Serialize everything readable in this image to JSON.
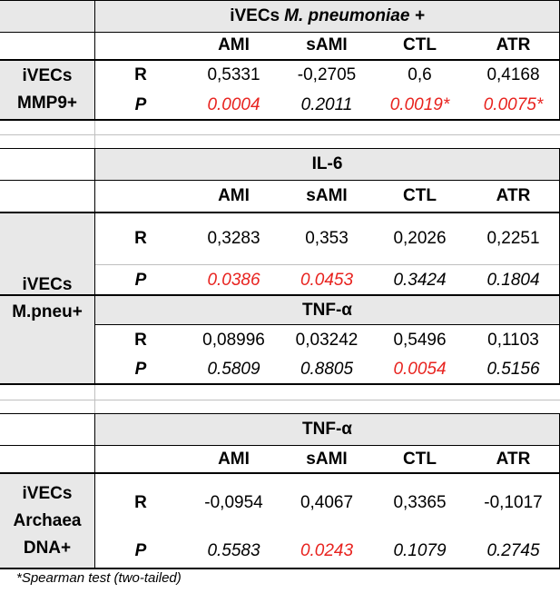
{
  "colors": {
    "red_value": "#e8231f",
    "header_gray": "#e8e8e8"
  },
  "columns": [
    "AMI",
    "sAMI",
    "CTL",
    "ATR"
  ],
  "table1": {
    "title_a": "iVECs ",
    "title_b": "M. pneumoniae +",
    "row_label_line1": "iVECs",
    "row_label_line2": "MMP9+",
    "r_label": "R",
    "p_label": "P",
    "r_values": [
      "0,5331",
      "-0,2705",
      "0,6",
      "0,4168"
    ],
    "p_values": [
      "0.0004",
      "0.2011",
      "0.0019*",
      "0.0075*"
    ],
    "p_significant": [
      true,
      false,
      true,
      true
    ]
  },
  "table2": {
    "title": "IL-6",
    "subtitle": "TNF-α",
    "row_label_line1": "iVECs",
    "row_label_line2": "M.pneu+",
    "r_label": "R",
    "p_label": "P",
    "il6_r_values": [
      "0,3283",
      "0,353",
      "0,2026",
      "0,2251"
    ],
    "il6_p_values": [
      "0.0386",
      "0.0453",
      "0.3424",
      "0.1804"
    ],
    "il6_p_significant": [
      true,
      true,
      false,
      false
    ],
    "tnf_r_values": [
      "0,08996",
      "0,03242",
      "0,5496",
      "0,1103"
    ],
    "tnf_p_values": [
      "0.5809",
      "0.8805",
      "0.0054",
      "0.5156"
    ],
    "tnf_p_significant": [
      false,
      false,
      true,
      false
    ]
  },
  "table3": {
    "title": "TNF-α",
    "row_label_line1": "iVECs",
    "row_label_line2": "Archaea",
    "row_label_line3": "DNA+",
    "r_label": "R",
    "p_label": "P",
    "r_values": [
      "-0,0954",
      "0,4067",
      "0,3365",
      "-0,1017"
    ],
    "p_values": [
      "0.5583",
      "0.0243",
      "0.1079",
      "0.2745"
    ],
    "p_significant": [
      false,
      true,
      false,
      false
    ]
  },
  "footnote": "*Spearman test (two-tailed)"
}
